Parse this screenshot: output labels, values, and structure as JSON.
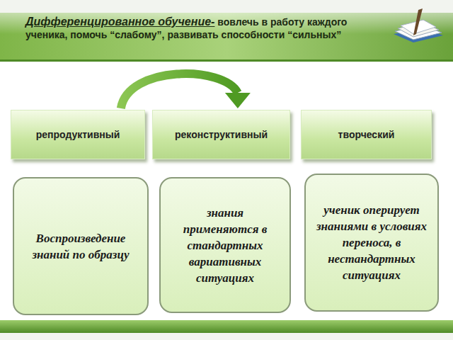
{
  "diagram": {
    "title": "Дифференцированное обучение-",
    "nodes": [
      {
        "text": [
          "репродуктивный"
        ]
      },
      {
        "text": [
          "реконструктивный"
        ]
      },
      {
        "text": [
          "творческий"
        ]
      },
      {
        "text": [
          "Воспроизведение знаний по образцу"
        ]
      },
      {
        "text": [
          "знания применяются в стандартных вариативных ситуациях"
        ]
      },
      {
        "text": [
          "ученик оперирует знаниями в условиях переноса, в нестандартных ситуациях"
        ]
      }
    ],
    "edges": [
      {
        "from": 0,
        "to": 1,
        "arrow": "to"
      }
    ],
    "labels": [
      "вовлечь в работу каждого ученика, помочь “слабому”, развивать способности “сильных”"
    ]
  }
}
